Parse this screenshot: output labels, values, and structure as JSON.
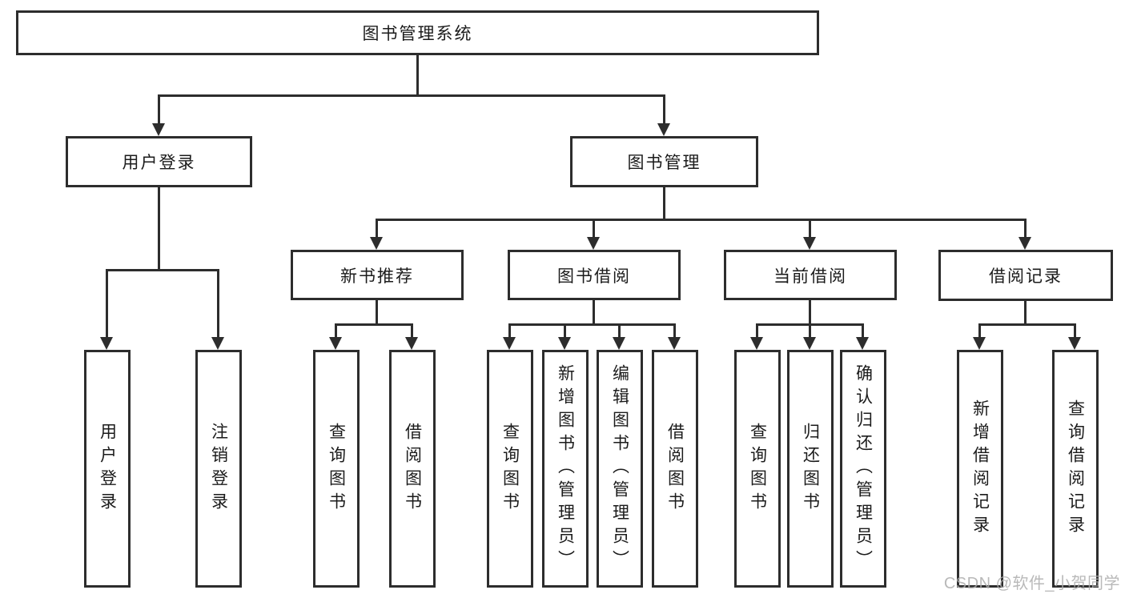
{
  "nodes": {
    "root": "图书管理系统",
    "level2": [
      "用户登录",
      "图书管理"
    ],
    "level3": [
      "新书推荐",
      "图书借阅",
      "当前借阅",
      "借阅记录"
    ]
  },
  "leaves": {
    "login": [
      "用户登录",
      "注销登录"
    ],
    "recommend": [
      "查询图书",
      "借阅图书"
    ],
    "borrow": [
      "查询图书",
      "新增图书（管理员）",
      "编辑图书（管理员）",
      "借阅图书"
    ],
    "current": [
      "查询图书",
      "归还图书",
      "确认归还（管理员）"
    ],
    "records": [
      "新增借阅记录",
      "查询借阅记录"
    ]
  },
  "watermark": {
    "text": "CSDN @软件_小贺同学"
  },
  "colors": {
    "line": "#2d2d2d",
    "text": "#1b1b1b",
    "background": "#ffffff",
    "watermark": "#adadad"
  }
}
